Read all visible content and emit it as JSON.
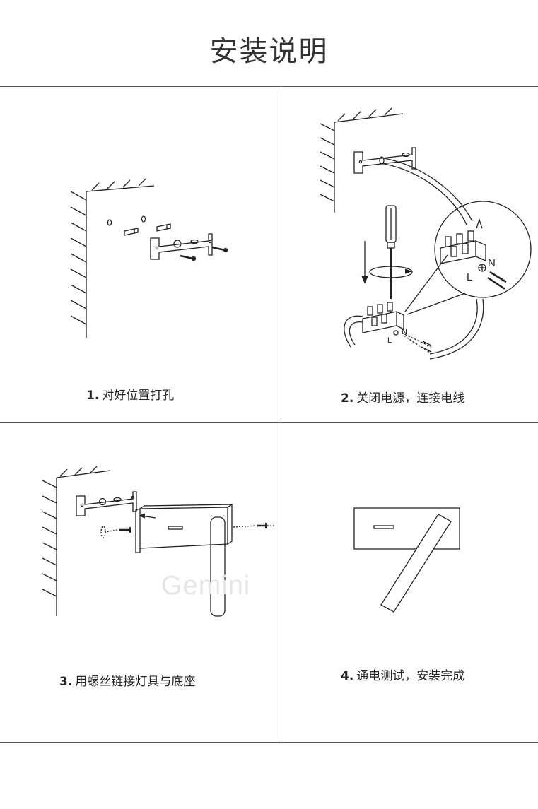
{
  "title": "安装说明",
  "steps": [
    {
      "num": "1.",
      "text": "对好位置打孔"
    },
    {
      "num": "2.",
      "text": "关闭电源，连接电线"
    },
    {
      "num": "3.",
      "text": "用螺丝链接灯具与底座"
    },
    {
      "num": "4.",
      "text": "通电测试，安装完成"
    }
  ],
  "terminal_labels": {
    "live": "L",
    "neutral": "N"
  },
  "watermark": "Gemini"
}
